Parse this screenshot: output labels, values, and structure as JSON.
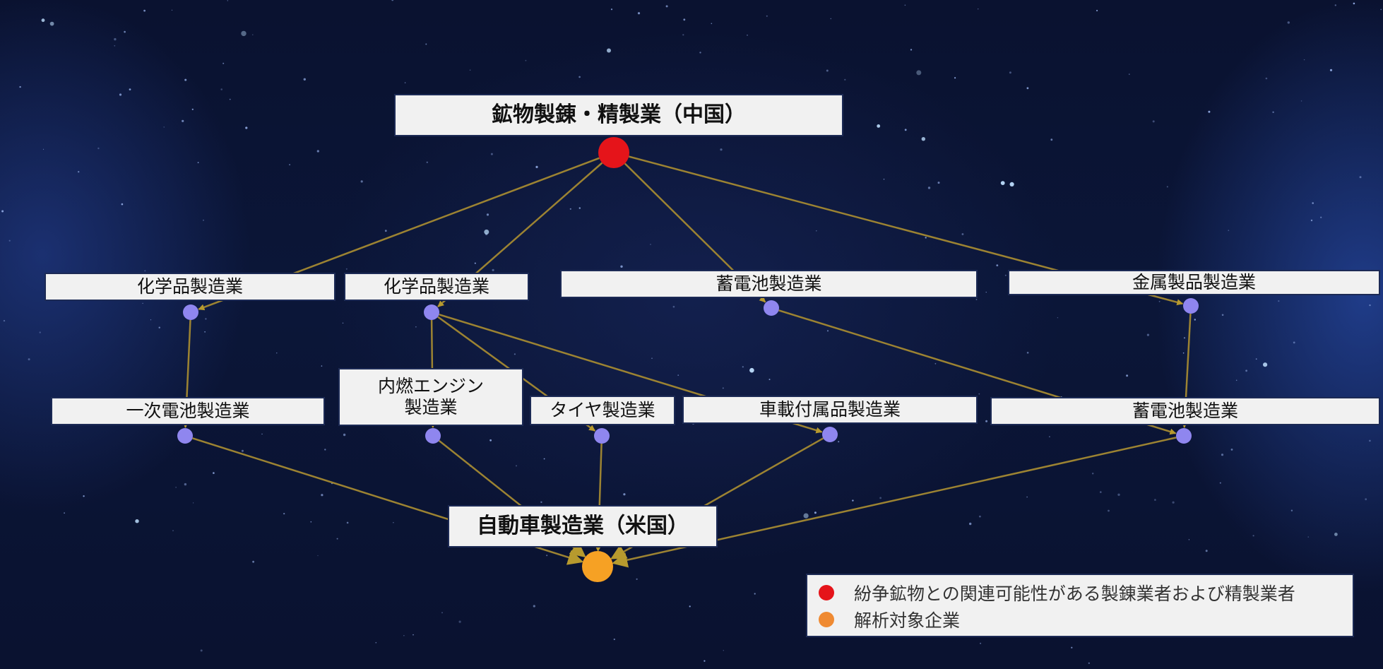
{
  "colors": {
    "edge": "#9c8332",
    "arrow": "#b79a2e",
    "source": "#e5141a",
    "target": "#f6a124",
    "intermediate": "#8f86ef"
  },
  "nodes": [
    {
      "id": "smelter",
      "label": "鉱物製錬・精製業（中国）",
      "kind": "source"
    },
    {
      "id": "chem1",
      "label": "化学品製造業",
      "kind": "intermediate"
    },
    {
      "id": "chem2",
      "label": "化学品製造業",
      "kind": "intermediate"
    },
    {
      "id": "battery1",
      "label": "蓄電池製造業",
      "kind": "intermediate"
    },
    {
      "id": "metal",
      "label": "金属製品製造業",
      "kind": "intermediate"
    },
    {
      "id": "primary_battery",
      "label": "一次電池製造業",
      "kind": "intermediate"
    },
    {
      "id": "engine",
      "label": "内燃エンジン\n製造業",
      "kind": "intermediate"
    },
    {
      "id": "tire",
      "label": "タイヤ製造業",
      "kind": "intermediate"
    },
    {
      "id": "accessory",
      "label": "車載付属品製造業",
      "kind": "intermediate"
    },
    {
      "id": "battery2",
      "label": "蓄電池製造業",
      "kind": "intermediate"
    },
    {
      "id": "auto",
      "label": "自動車製造業（米国）",
      "kind": "target"
    }
  ],
  "edges": [
    {
      "from": "smelter",
      "to": "chem1"
    },
    {
      "from": "smelter",
      "to": "chem2"
    },
    {
      "from": "smelter",
      "to": "battery1"
    },
    {
      "from": "smelter",
      "to": "metal"
    },
    {
      "from": "chem1",
      "to": "primary_battery"
    },
    {
      "from": "chem2",
      "to": "engine"
    },
    {
      "from": "chem2",
      "to": "tire"
    },
    {
      "from": "chem2",
      "to": "accessory"
    },
    {
      "from": "battery1",
      "to": "battery2"
    },
    {
      "from": "metal",
      "to": "battery2"
    },
    {
      "from": "primary_battery",
      "to": "auto"
    },
    {
      "from": "engine",
      "to": "auto"
    },
    {
      "from": "tire",
      "to": "auto"
    },
    {
      "from": "accessory",
      "to": "auto"
    },
    {
      "from": "battery2",
      "to": "auto"
    }
  ],
  "legend": [
    {
      "text": "紛争鉱物との関連可能性がある製錬業者および精製業者",
      "color": "#e5141a"
    },
    {
      "text": "解析対象企業",
      "color": "#ef8a32"
    }
  ]
}
